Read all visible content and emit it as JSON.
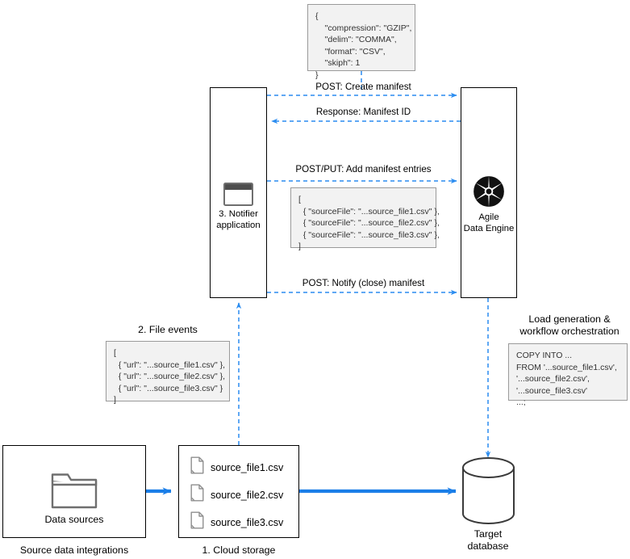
{
  "diagram": {
    "title": "Agile Data Engine manifest / cloud storage load flow",
    "colors": {
      "arrow_solid": "#1a7ee8",
      "arrow_dashed": "#2a8cf0",
      "box_border": "#000000",
      "note_bg": "#f2f2f2",
      "note_border": "#9a9a9a"
    }
  },
  "notes": {
    "format_config": "{\n    \"compression\": \"GZIP\",\n    \"delim\": \"COMMA\",\n    \"format\": \"CSV\",\n    \"skiph\": 1\n}",
    "manifest_entries": "[\n  { \"sourceFile\": \"...source_file1.csv\" },\n  { \"sourceFile\": \"...source_file2.csv\" },\n  { \"sourceFile\": \"...source_file3.csv\" },\n]",
    "file_events": "[\n  { \"url\": \"...source_file1.csv\" },\n  { \"url\": \"...source_file2.csv\" },\n  { \"url\": \"...source_file3.csv\" }\n]",
    "copy_sql": "COPY INTO ...\nFROM '...source_file1.csv',\n'...source_file2.csv',\n'...source_file3.csv'\n...;"
  },
  "labels": {
    "file_events_title": "2. File events",
    "load_generation_title": "Load generation &\nworkflow orchestration",
    "notifier_application": "3. Notifier\napplication",
    "agile_data_engine": "Agile\nData Engine",
    "data_sources": "Data sources",
    "source_data_integrations": "Source data integrations",
    "cloud_storage": "1. Cloud storage",
    "target_database": "Target\ndatabase"
  },
  "messages": {
    "create_manifest": "POST: Create manifest",
    "manifest_id": "Response: Manifest ID",
    "add_entries": "POST/PUT: Add manifest entries",
    "notify_close": "POST: Notify (close) manifest"
  },
  "files": [
    {
      "name": "source_file1.csv",
      "icon": "file-icon"
    },
    {
      "name": "source_file2.csv",
      "icon": "file-icon"
    },
    {
      "name": "source_file3.csv",
      "icon": "file-icon"
    }
  ],
  "icons": {
    "folder": "folder-icon",
    "window": "window-icon",
    "aperture": "aperture-icon",
    "database": "database-cylinder-icon"
  }
}
